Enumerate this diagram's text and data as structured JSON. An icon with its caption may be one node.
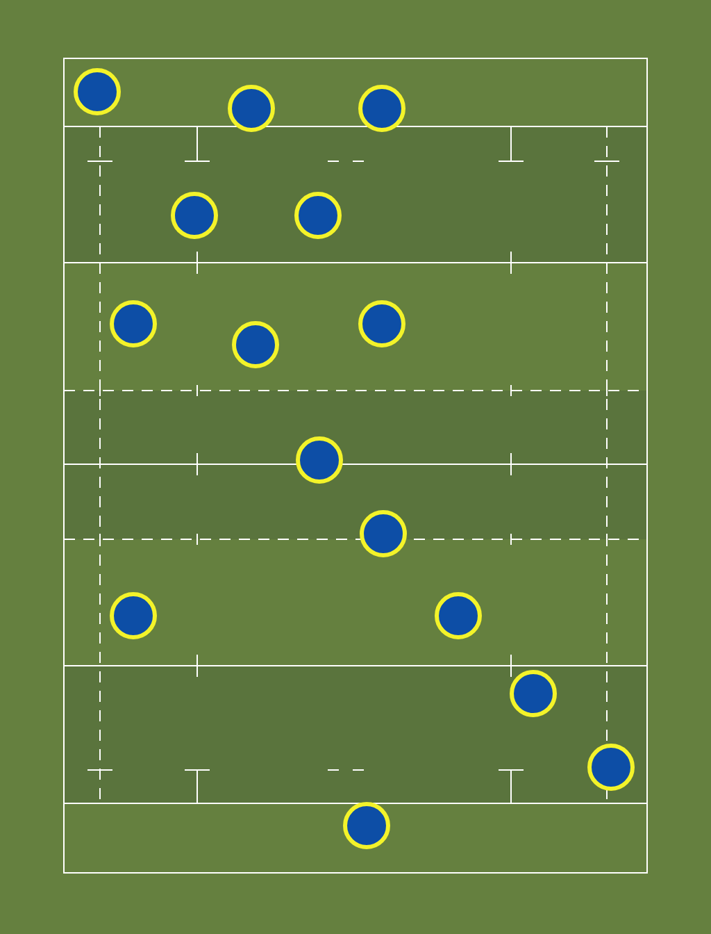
{
  "diagram": {
    "nodes": [
      {
        "text": [],
        "shape": "circle"
      },
      {
        "text": [],
        "shape": "circle"
      },
      {
        "text": [],
        "shape": "circle"
      },
      {
        "text": [],
        "shape": "circle"
      },
      {
        "text": [],
        "shape": "circle"
      },
      {
        "text": [],
        "shape": "circle"
      },
      {
        "text": [],
        "shape": "circle"
      },
      {
        "text": [],
        "shape": "circle"
      },
      {
        "text": [],
        "shape": "circle"
      },
      {
        "text": [],
        "shape": "circle"
      },
      {
        "text": [],
        "shape": "circle"
      },
      {
        "text": [],
        "shape": "circle"
      },
      {
        "text": [],
        "shape": "circle"
      },
      {
        "text": [],
        "shape": "circle"
      },
      {
        "text": [],
        "shape": "circle"
      }
    ]
  }
}
